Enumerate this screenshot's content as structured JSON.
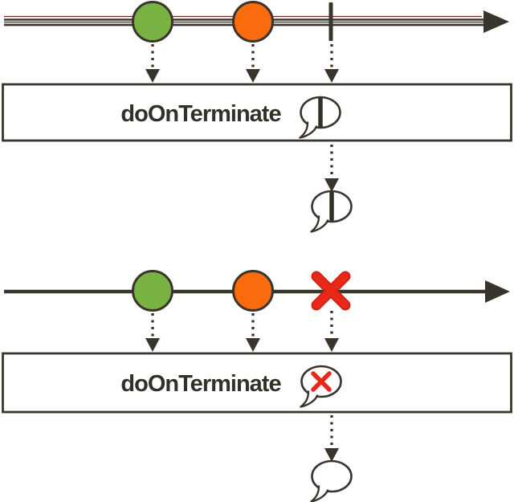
{
  "diagrams": [
    {
      "name": "source-completes",
      "operator_label": "doOnTerminate",
      "source_events": [
        "green-marble",
        "orange-marble",
        "complete-event"
      ],
      "side_effect_icon": "complete-speech-bubble",
      "output_event": "complete-speech-bubble"
    },
    {
      "name": "source-errors",
      "operator_label": "doOnTerminate",
      "source_events": [
        "green-marble",
        "orange-marble",
        "error-event"
      ],
      "side_effect_icon": "error-speech-bubble",
      "output_event": "empty-speech-bubble"
    }
  ],
  "colors": {
    "background": "#ffffff",
    "line": "#3a352c",
    "line_mid": "#8d8881",
    "line_red": "#6e2222",
    "green_marble": "#77b243",
    "orange_marble": "#f96b0d",
    "error_red": "#e9281a",
    "error_red_dark": "#cf2315",
    "box_fill": "#ffffff",
    "bubble_fill": "#ffffff",
    "text": "#33302a"
  }
}
